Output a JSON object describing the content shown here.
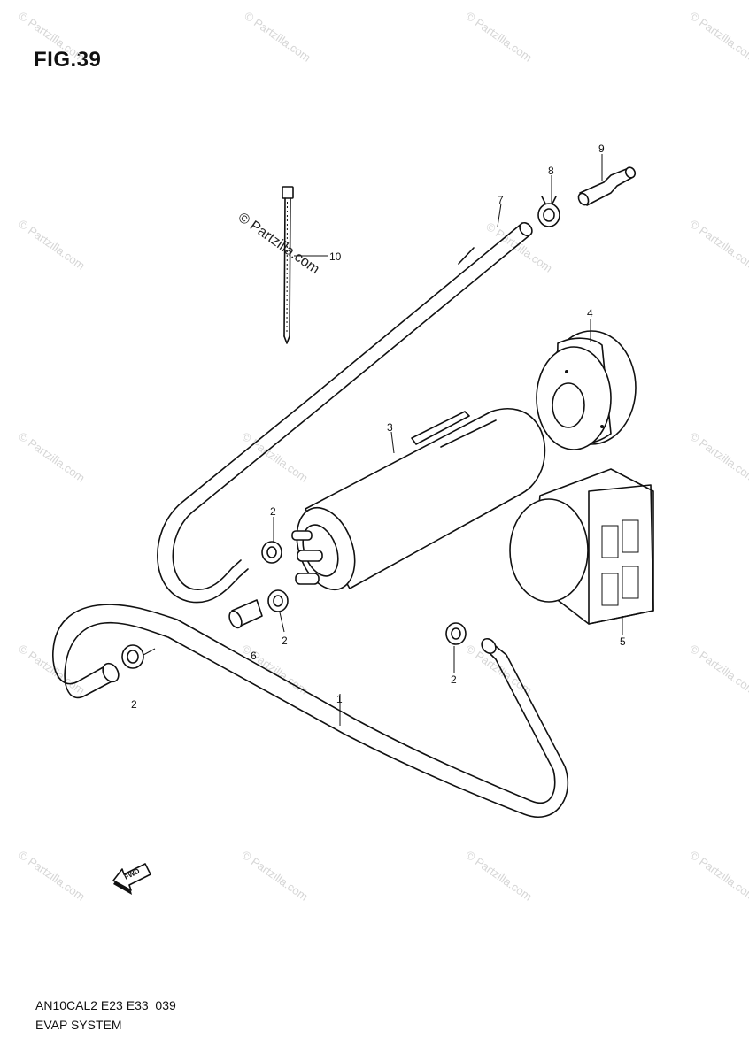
{
  "figure": {
    "title": "FIG.39",
    "code": "AN10CAL2 E23 E33_039",
    "name": "EVAP SYSTEM"
  },
  "callouts": {
    "p1": "1",
    "p2a": "2",
    "p2b": "2",
    "p2c": "2",
    "p2d": "2",
    "p3": "3",
    "p4": "4",
    "p5": "5",
    "p6": "6",
    "p7": "7",
    "p8": "8",
    "p9": "9",
    "p10": "10"
  },
  "watermark": {
    "main": "© Partzilla.com",
    "tile": "© Partzilla.com"
  },
  "arrow_label": "FWD"
}
